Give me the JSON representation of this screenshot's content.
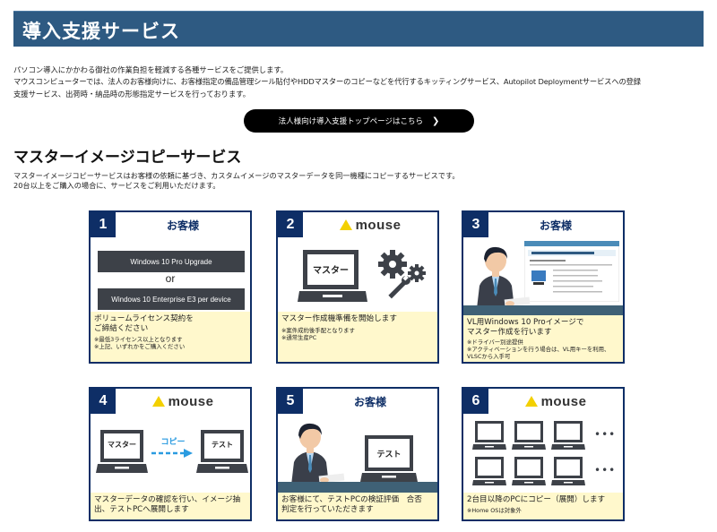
{
  "header": {
    "title": "導入支援サービス"
  },
  "intro": {
    "lines": [
      "パソコン導入にかかわる御社の作業負担を軽減する各種サービスをご提供します。",
      "マウスコンピューターでは、法人のお客様向けに、お客様指定の備品管理シール貼付やHDDマスターのコピーなどを代行するキッティングサービス、Autopilot Deploymentサービスへの登録",
      "支援サービス、出荷時・納品時の形態指定サービスを行っております。"
    ]
  },
  "top_button": {
    "label": "法人様向け導入支援トップページはこちら",
    "icon": "chevron-right-icon"
  },
  "section": {
    "title": "マスターイメージコピーサービス",
    "desc_lines": [
      "マスターイメージコピーサービスはお客様の依頼に基づき、カスタムイメージのマスターデータを同一機種にコピーするサービスです。",
      "20台以上をご購入の場合に、サービスをご利用いただけます。"
    ]
  },
  "colors": {
    "header_bg": "#2e5a82",
    "card_border": "#0e2e66",
    "caption_bg": "#fff8cc",
    "mouse_yellow": "#f3d000"
  },
  "steps": [
    {
      "number": "1",
      "actor": "お客様",
      "options": [
        "Windows 10 Pro Upgrade",
        "Windows 10 Enterprise E3 per device"
      ],
      "or": "or",
      "main_lines": [
        "ボリュームライセンス契約を",
        "ご締結ください"
      ],
      "notes": [
        "※最低3ライセンス以上となります",
        "※上記、いずれかをご購入ください"
      ]
    },
    {
      "number": "2",
      "actor": "mouse",
      "screen_label": "マスター",
      "main_lines": [
        "マスター作成機準備を開始します"
      ],
      "notes": [
        "※案件成約後手配となります",
        "※通常生産PC"
      ]
    },
    {
      "number": "3",
      "actor": "お客様",
      "main_lines": [
        "VL用Windows 10 Proイメージで",
        "マスター作成を行います"
      ],
      "notes": [
        "※ドライバー別途提供",
        "※アクティベーションを行う場合は、VL用キーを利用、",
        "VLSCから入手可"
      ]
    },
    {
      "number": "4",
      "actor": "mouse",
      "left_label": "マスター",
      "arrow_label": "コピー",
      "right_label": "テスト",
      "main_lines": [
        "マスターデータの確認を行い、イメージ抽",
        "出、テストPCへ展開します"
      ],
      "notes": []
    },
    {
      "number": "5",
      "actor": "お客様",
      "screen_label": "テスト",
      "main_lines": [
        "お客様にて、テストPCの検証評価　合否",
        "判定を行っていただきます"
      ],
      "notes": []
    },
    {
      "number": "6",
      "actor": "mouse",
      "ellipsis": "•••",
      "main_lines": [
        "2台目以降のPCにコピー（展開）します"
      ],
      "notes": [
        "※Home OSは対象外"
      ]
    }
  ]
}
